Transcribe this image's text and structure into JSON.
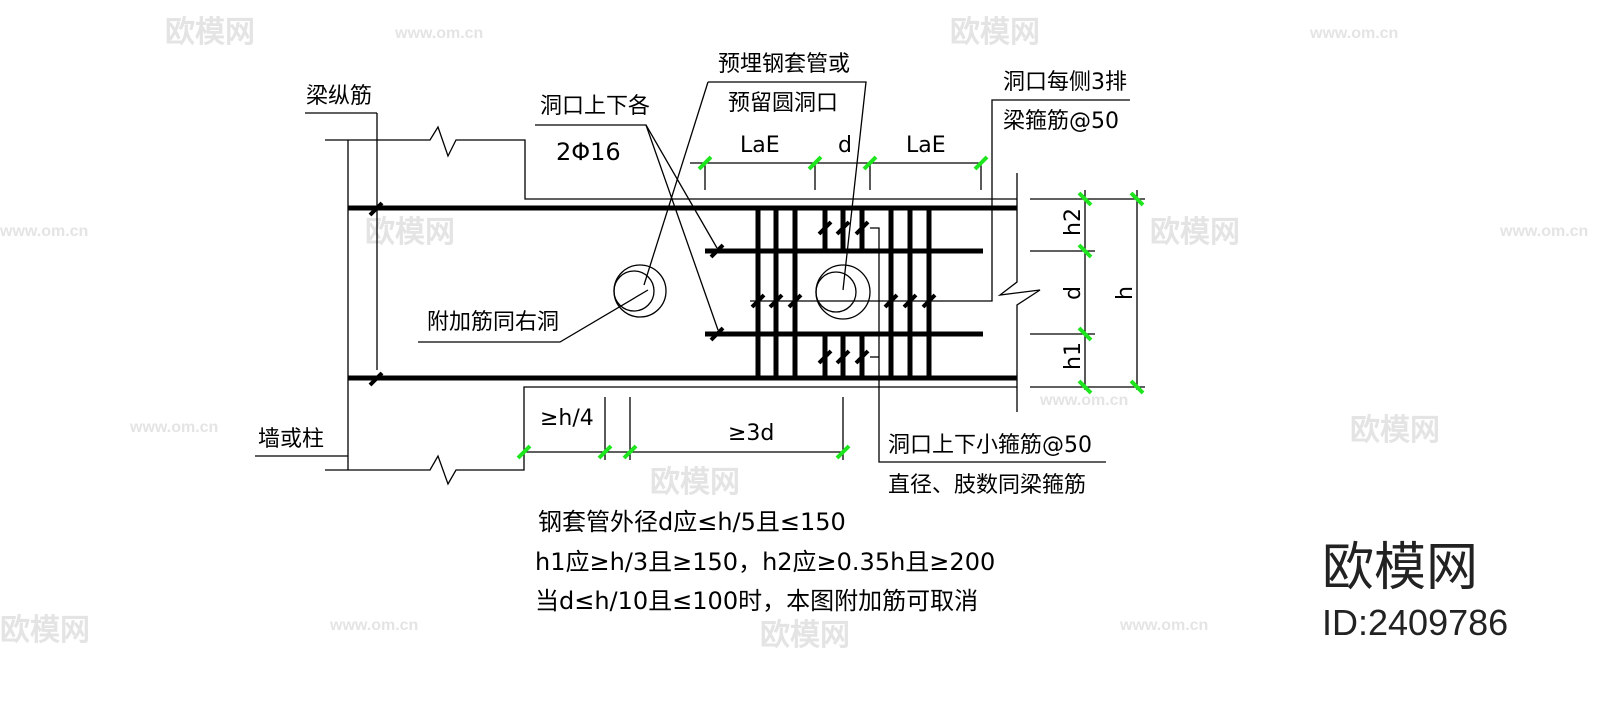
{
  "labels": {
    "beam_long_bar": "梁纵筋",
    "wall_or_column": "墙或柱",
    "hole_each_top_bottom": "洞口上下各",
    "bar_spec": "2Φ16",
    "sleeve_line1": "预埋钢套管或",
    "sleeve_line2": "预留圆洞口",
    "each_side_line1": "洞口每侧3排",
    "each_side_line2": "梁箍筋@50",
    "extra_bar_same": "附加筋同右洞",
    "small_stirrup_line1": "洞口上下小箍筋@50",
    "small_stirrup_line2": "直径、肢数同梁箍筋"
  },
  "dimensions": {
    "top": [
      "LaE",
      "d",
      "LaE"
    ],
    "right": [
      "h2",
      "d",
      "h1"
    ],
    "total": "h",
    "bottom": [
      "≥h/4",
      "≥3d"
    ]
  },
  "notes": [
    "钢套管外径d应≤h/5且≤150",
    "h1应≥h/3且≥150，h2应≥0.35h且≥200",
    "当d≤h/10且≤100时，本图附加筋可取消"
  ],
  "watermark": {
    "brand": "欧模网",
    "url": "www.om.cn",
    "id": "ID:2409786"
  },
  "colors": {
    "tick": "#1ee61e",
    "line": "#000000"
  }
}
